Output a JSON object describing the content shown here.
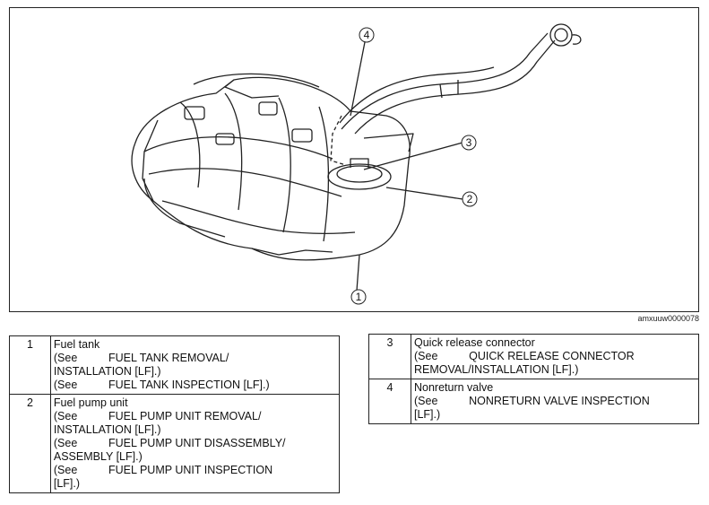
{
  "figure": {
    "id": "amxuuw0000078",
    "callouts": [
      "1",
      "2",
      "3",
      "4"
    ]
  },
  "left_table": [
    {
      "num": "1",
      "name": "Fuel tank",
      "refs": [
        "(See          FUEL TANK REMOVAL/\nINSTALLATION [LF].)",
        "(See          FUEL TANK INSPECTION [LF].)"
      ]
    },
    {
      "num": "2",
      "name": "Fuel pump unit",
      "refs": [
        "(See          FUEL PUMP UNIT REMOVAL/\nINSTALLATION [LF].)",
        "(See          FUEL PUMP UNIT DISASSEMBLY/\nASSEMBLY [LF].)",
        "(See          FUEL PUMP UNIT INSPECTION\n[LF].)"
      ]
    }
  ],
  "right_table": [
    {
      "num": "3",
      "name": "Quick release connector",
      "refs": [
        "(See          QUICK RELEASE CONNECTOR\nREMOVAL/INSTALLATION [LF].)"
      ]
    },
    {
      "num": "4",
      "name": "Nonreturn valve",
      "refs": [
        "(See          NONRETURN VALVE INSPECTION\n[LF].)"
      ]
    }
  ]
}
